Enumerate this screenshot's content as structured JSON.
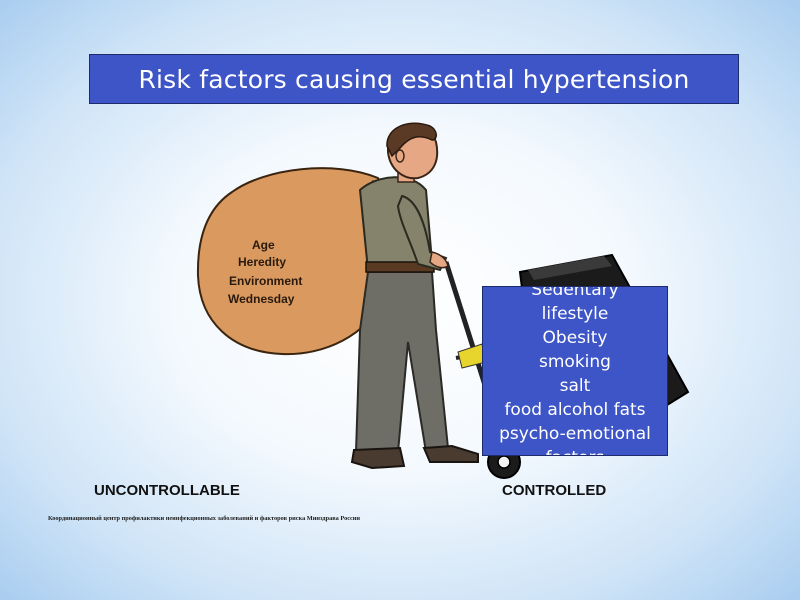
{
  "title": "Risk factors causing essential hypertension",
  "uncontrollable": {
    "label": "UNCONTROLLABLE",
    "items": [
      "Age",
      "Heredity",
      "Environment",
      "Wednesday"
    ]
  },
  "controlled": {
    "label": "CONTROLLED",
    "items": [
      "Sedentary",
      "lifestyle",
      "Obesity",
      "smoking",
      "salt",
      "food alcohol fats",
      "psycho-emotional",
      "factors"
    ]
  },
  "footnote": "Координационный центр профилактики неинфекционных заболеваний и факторов риска Минздрава России",
  "colors": {
    "box_fill": "#3d55c7",
    "sack_fill": "#d9995f",
    "text_on_box": "#ffffff"
  }
}
